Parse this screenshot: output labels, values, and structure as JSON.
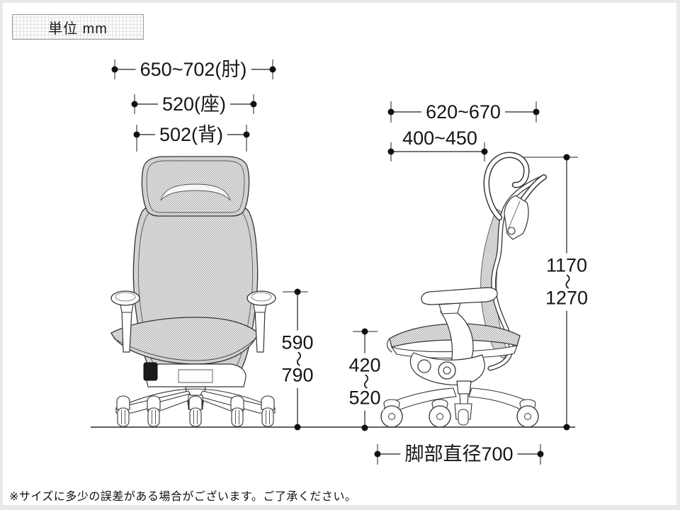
{
  "header": {
    "unit_label": "単位 mm"
  },
  "footer": {
    "disclaimer": "※サイズに多少の誤差がある場合がございます。ご了承ください。"
  },
  "dimensions": {
    "front": {
      "elbow_width": {
        "label": "650~702(肘)"
      },
      "seat_width": {
        "label": "520(座)"
      },
      "back_width": {
        "label": "502(背)"
      },
      "armrest_height": {
        "min": "590",
        "tilde": "〜",
        "max": "790"
      }
    },
    "side": {
      "total_depth": {
        "label": "620~670"
      },
      "seat_depth": {
        "label": "400~450"
      },
      "total_height": {
        "min": "1170",
        "tilde": "〜",
        "max": "1270"
      },
      "seat_height": {
        "min": "420",
        "tilde": "〜",
        "max": "520"
      },
      "base_diameter": {
        "label": "脚部直径700"
      }
    }
  }
}
